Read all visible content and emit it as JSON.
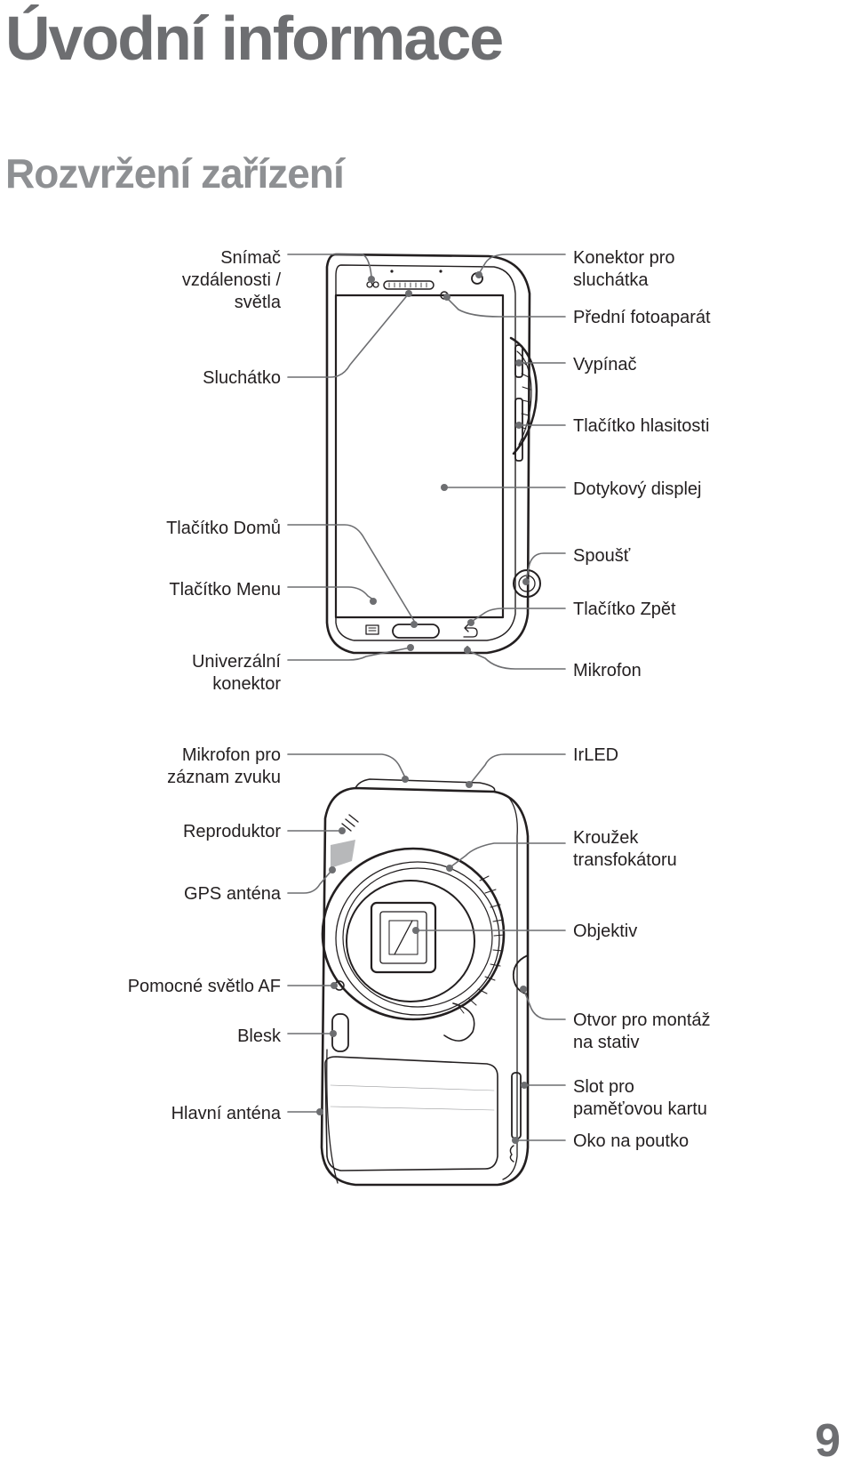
{
  "page": {
    "title": "Úvodní informace",
    "subtitle": "Rozvržení zařízení",
    "page_number": "9"
  },
  "front": {
    "left": {
      "proximity": "Snímač\nvzdálenosti /\nsvětla",
      "earpiece": "Sluchátko",
      "home": "Tlačítko Domů",
      "menu": "Tlačítko Menu",
      "usb": "Univerzální\nkonektor"
    },
    "right": {
      "headset": "Konektor pro\nsluchátka",
      "front_camera": "Přední fotoaparát",
      "power": "Vypínač",
      "volume": "Tlačítko hlasitosti",
      "touchscreen": "Dotykový displej",
      "shutter": "Spoušť",
      "back": "Tlačítko Zpět",
      "mic": "Mikrofon"
    }
  },
  "rear": {
    "left": {
      "rec_mic": "Mikrofon pro\nzáznam zvuku",
      "speaker": "Reproduktor",
      "gps": "GPS anténa",
      "af_light": "Pomocné světlo AF",
      "flash": "Blesk",
      "main_antenna": "Hlavní anténa"
    },
    "right": {
      "irled": "IrLED",
      "zoom_ring": "Kroužek\ntransfokátoru",
      "lens": "Objektiv",
      "tripod": "Otvor pro montáž\nna stativ",
      "card_slot": "Slot pro\npaměťovou kartu",
      "strap": "Oko na poutko"
    }
  },
  "colors": {
    "heading": "#6d6e71",
    "subheading": "#8e9093",
    "line": "#6d6e71",
    "text": "#231f20"
  }
}
